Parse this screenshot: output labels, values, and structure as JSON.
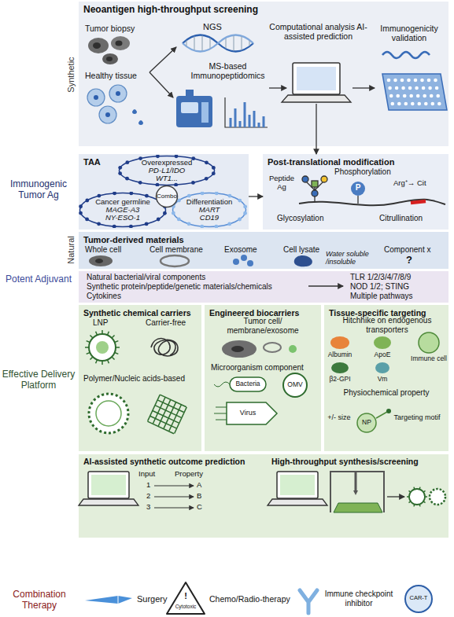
{
  "diagram": {
    "nodes": [
      {
        "text": [
          "Neoantigen high-throughput screening"
        ]
      },
      {
        "text": [
          "TAA"
        ]
      },
      {
        "text": [
          "Overexpressed",
          "PD-L1/IDO WT1..."
        ],
        "in": 1
      },
      {
        "text": [
          "Cancer germline",
          "MAGE-A3 NY-ESO-1"
        ],
        "in": 1
      },
      {
        "text": [
          "Differentiation",
          "MART CD19"
        ],
        "in": 1
      },
      {
        "text": [
          "Combo"
        ],
        "in": 1
      },
      {
        "text": [
          "Post-translational modification"
        ]
      },
      {
        "text": [
          "Tumor-derived materials"
        ]
      },
      {
        "text": [
          "Natural bacterial/viral components",
          "Synthetic protein/peptide/genetic materials/chemicals",
          "Cytokines",
          "TLR 1/2/3/4/7/8/9",
          "NOD 1/2; STING",
          "Multiple pathways"
        ]
      },
      {
        "text": [
          "Synthetic chemical carriers"
        ]
      },
      {
        "text": [
          "Engineered biocarriers"
        ]
      },
      {
        "text": [
          "Tissue-specific targeting"
        ]
      },
      {
        "text": [
          "AI-assisted synthetic outcome prediction",
          "High-throughput synthesis/screening"
        ]
      }
    ],
    "edges": [
      {
        "from": 0,
        "to": 6,
        "arrow": "to"
      },
      {
        "from": 1,
        "to": 6,
        "arrow": "to"
      }
    ],
    "labels": [
      "Tumor biopsy",
      "Healthy tissue",
      "NGS",
      "MS-based Immunopeptidomics",
      "Computational analysis AI-assisted prediction",
      "Immunogenicity validation",
      "Synthetic",
      "Immunogenic Tumor Ag",
      "Natural",
      "Potent Adjuvant",
      "Effective Delivery Platform",
      "Peptide Ag",
      "Phosphorylation",
      "P",
      "Arg⁺→ Cit",
      "Glycosylation",
      "Citrullination",
      "Whole cell",
      "Cell membrane",
      "Exosome",
      "Cell lysate",
      "Water soluble /insoluble",
      "Component x",
      "?",
      "LNP",
      "Carrier-free",
      "Polymer/Nucleic acids-based",
      "Tumor cell/ membrane/exosome",
      "Microorganism component",
      "Bacteria",
      "OMV",
      "Virus",
      "Hitchhike on endogenous transporters",
      "Albumin",
      "ApoE",
      "Immune cell",
      "β2-GPI",
      "Vm",
      "Physiochemical property",
      "+/- size",
      "NP",
      "Targeting motif",
      "Input",
      "Property",
      "1",
      "2",
      "3",
      "A",
      "B",
      "C",
      "Combination Therapy",
      "Surgery",
      "!",
      "Cytotoxic",
      "Chemo/Radio-therapy",
      "Immune checkpoint inhibitor",
      "CAR-T"
    ]
  }
}
